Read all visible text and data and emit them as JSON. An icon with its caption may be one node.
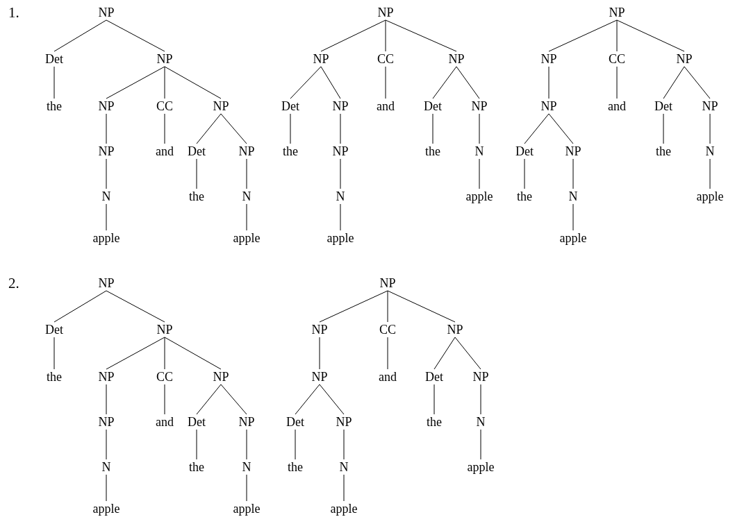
{
  "diagram": {
    "nodes": [
      {
        "text": [
          "NP"
        ]
      },
      {
        "text": [
          "Det"
        ]
      },
      {
        "text": [
          "NP"
        ]
      },
      {
        "text": [
          "the"
        ]
      },
      {
        "text": [
          "NP"
        ]
      },
      {
        "text": [
          "CC"
        ]
      },
      {
        "text": [
          "NP"
        ]
      },
      {
        "text": [
          "NP"
        ]
      },
      {
        "text": [
          "and"
        ]
      },
      {
        "text": [
          "Det"
        ]
      },
      {
        "text": [
          "NP"
        ]
      },
      {
        "text": [
          "N"
        ]
      },
      {
        "text": [
          "the"
        ]
      },
      {
        "text": [
          "N"
        ]
      },
      {
        "text": [
          "apple"
        ]
      },
      {
        "text": [
          "apple"
        ]
      },
      {
        "text": [
          "NP"
        ]
      },
      {
        "text": [
          "NP"
        ]
      },
      {
        "text": [
          "CC"
        ]
      },
      {
        "text": [
          "NP"
        ]
      },
      {
        "text": [
          "Det"
        ]
      },
      {
        "text": [
          "NP"
        ]
      },
      {
        "text": [
          "and"
        ]
      },
      {
        "text": [
          "Det"
        ]
      },
      {
        "text": [
          "NP"
        ]
      },
      {
        "text": [
          "the"
        ]
      },
      {
        "text": [
          "NP"
        ]
      },
      {
        "text": [
          "the"
        ]
      },
      {
        "text": [
          "N"
        ]
      },
      {
        "text": [
          "N"
        ]
      },
      {
        "text": [
          "apple"
        ]
      },
      {
        "text": [
          "apple"
        ]
      },
      {
        "text": [
          "NP"
        ]
      },
      {
        "text": [
          "NP"
        ]
      },
      {
        "text": [
          "CC"
        ]
      },
      {
        "text": [
          "NP"
        ]
      },
      {
        "text": [
          "NP"
        ]
      },
      {
        "text": [
          "and"
        ]
      },
      {
        "text": [
          "Det"
        ]
      },
      {
        "text": [
          "NP"
        ]
      },
      {
        "text": [
          "Det"
        ]
      },
      {
        "text": [
          "NP"
        ]
      },
      {
        "text": [
          "the"
        ]
      },
      {
        "text": [
          "N"
        ]
      },
      {
        "text": [
          "the"
        ]
      },
      {
        "text": [
          "N"
        ]
      },
      {
        "text": [
          "apple"
        ]
      },
      {
        "text": [
          "apple"
        ]
      },
      {
        "text": [
          "NP"
        ]
      },
      {
        "text": [
          "Det"
        ]
      },
      {
        "text": [
          "NP"
        ]
      },
      {
        "text": [
          "the"
        ]
      },
      {
        "text": [
          "NP"
        ]
      },
      {
        "text": [
          "CC"
        ]
      },
      {
        "text": [
          "NP"
        ]
      },
      {
        "text": [
          "NP"
        ]
      },
      {
        "text": [
          "and"
        ]
      },
      {
        "text": [
          "Det"
        ]
      },
      {
        "text": [
          "NP"
        ]
      },
      {
        "text": [
          "N"
        ]
      },
      {
        "text": [
          "the"
        ]
      },
      {
        "text": [
          "N"
        ]
      },
      {
        "text": [
          "apple"
        ]
      },
      {
        "text": [
          "apple"
        ]
      },
      {
        "text": [
          "NP"
        ]
      },
      {
        "text": [
          "NP"
        ]
      },
      {
        "text": [
          "CC"
        ]
      },
      {
        "text": [
          "NP"
        ]
      },
      {
        "text": [
          "NP"
        ]
      },
      {
        "text": [
          "and"
        ]
      },
      {
        "text": [
          "Det"
        ]
      },
      {
        "text": [
          "NP"
        ]
      },
      {
        "text": [
          "Det"
        ]
      },
      {
        "text": [
          "NP"
        ]
      },
      {
        "text": [
          "the"
        ]
      },
      {
        "text": [
          "N"
        ]
      },
      {
        "text": [
          "the"
        ]
      },
      {
        "text": [
          "N"
        ]
      },
      {
        "text": [
          "apple"
        ]
      },
      {
        "text": [
          "apple"
        ]
      }
    ],
    "edges": [
      {
        "from": 0,
        "to": 1,
        "arrow": "none"
      },
      {
        "from": 0,
        "to": 2,
        "arrow": "none"
      },
      {
        "from": 1,
        "to": 3,
        "arrow": "none"
      },
      {
        "from": 2,
        "to": 4,
        "arrow": "none"
      },
      {
        "from": 2,
        "to": 5,
        "arrow": "none"
      },
      {
        "from": 2,
        "to": 6,
        "arrow": "none"
      },
      {
        "from": 4,
        "to": 7,
        "arrow": "none"
      },
      {
        "from": 5,
        "to": 8,
        "arrow": "none"
      },
      {
        "from": 6,
        "to": 9,
        "arrow": "none"
      },
      {
        "from": 6,
        "to": 10,
        "arrow": "none"
      },
      {
        "from": 7,
        "to": 11,
        "arrow": "none"
      },
      {
        "from": 9,
        "to": 12,
        "arrow": "none"
      },
      {
        "from": 10,
        "to": 13,
        "arrow": "none"
      },
      {
        "from": 11,
        "to": 14,
        "arrow": "none"
      },
      {
        "from": 13,
        "to": 15,
        "arrow": "none"
      },
      {
        "from": 16,
        "to": 17,
        "arrow": "none"
      },
      {
        "from": 16,
        "to": 18,
        "arrow": "none"
      },
      {
        "from": 16,
        "to": 19,
        "arrow": "none"
      },
      {
        "from": 17,
        "to": 20,
        "arrow": "none"
      },
      {
        "from": 17,
        "to": 21,
        "arrow": "none"
      },
      {
        "from": 18,
        "to": 22,
        "arrow": "none"
      },
      {
        "from": 19,
        "to": 23,
        "arrow": "none"
      },
      {
        "from": 19,
        "to": 24,
        "arrow": "none"
      },
      {
        "from": 20,
        "to": 25,
        "arrow": "none"
      },
      {
        "from": 21,
        "to": 26,
        "arrow": "none"
      },
      {
        "from": 23,
        "to": 27,
        "arrow": "none"
      },
      {
        "from": 24,
        "to": 28,
        "arrow": "none"
      },
      {
        "from": 26,
        "to": 29,
        "arrow": "none"
      },
      {
        "from": 28,
        "to": 30,
        "arrow": "none"
      },
      {
        "from": 29,
        "to": 31,
        "arrow": "none"
      },
      {
        "from": 32,
        "to": 33,
        "arrow": "none"
      },
      {
        "from": 32,
        "to": 34,
        "arrow": "none"
      },
      {
        "from": 32,
        "to": 35,
        "arrow": "none"
      },
      {
        "from": 33,
        "to": 36,
        "arrow": "none"
      },
      {
        "from": 34,
        "to": 37,
        "arrow": "none"
      },
      {
        "from": 35,
        "to": 38,
        "arrow": "none"
      },
      {
        "from": 35,
        "to": 39,
        "arrow": "none"
      },
      {
        "from": 36,
        "to": 40,
        "arrow": "none"
      },
      {
        "from": 36,
        "to": 41,
        "arrow": "none"
      },
      {
        "from": 38,
        "to": 42,
        "arrow": "none"
      },
      {
        "from": 39,
        "to": 43,
        "arrow": "none"
      },
      {
        "from": 40,
        "to": 44,
        "arrow": "none"
      },
      {
        "from": 41,
        "to": 45,
        "arrow": "none"
      },
      {
        "from": 43,
        "to": 46,
        "arrow": "none"
      },
      {
        "from": 45,
        "to": 47,
        "arrow": "none"
      },
      {
        "from": 48,
        "to": 49,
        "arrow": "none"
      },
      {
        "from": 48,
        "to": 50,
        "arrow": "none"
      },
      {
        "from": 49,
        "to": 51,
        "arrow": "none"
      },
      {
        "from": 50,
        "to": 52,
        "arrow": "none"
      },
      {
        "from": 50,
        "to": 53,
        "arrow": "none"
      },
      {
        "from": 50,
        "to": 54,
        "arrow": "none"
      },
      {
        "from": 52,
        "to": 55,
        "arrow": "none"
      },
      {
        "from": 53,
        "to": 56,
        "arrow": "none"
      },
      {
        "from": 54,
        "to": 57,
        "arrow": "none"
      },
      {
        "from": 54,
        "to": 58,
        "arrow": "none"
      },
      {
        "from": 55,
        "to": 59,
        "arrow": "none"
      },
      {
        "from": 57,
        "to": 60,
        "arrow": "none"
      },
      {
        "from": 58,
        "to": 61,
        "arrow": "none"
      },
      {
        "from": 59,
        "to": 62,
        "arrow": "none"
      },
      {
        "from": 61,
        "to": 63,
        "arrow": "none"
      },
      {
        "from": 64,
        "to": 65,
        "arrow": "none"
      },
      {
        "from": 64,
        "to": 66,
        "arrow": "none"
      },
      {
        "from": 64,
        "to": 67,
        "arrow": "none"
      },
      {
        "from": 65,
        "to": 68,
        "arrow": "none"
      },
      {
        "from": 66,
        "to": 69,
        "arrow": "none"
      },
      {
        "from": 67,
        "to": 70,
        "arrow": "none"
      },
      {
        "from": 67,
        "to": 71,
        "arrow": "none"
      },
      {
        "from": 68,
        "to": 72,
        "arrow": "none"
      },
      {
        "from": 68,
        "to": 73,
        "arrow": "none"
      },
      {
        "from": 70,
        "to": 74,
        "arrow": "none"
      },
      {
        "from": 71,
        "to": 75,
        "arrow": "none"
      },
      {
        "from": 72,
        "to": 76,
        "arrow": "none"
      },
      {
        "from": 73,
        "to": 77,
        "arrow": "none"
      },
      {
        "from": 75,
        "to": 78,
        "arrow": "none"
      },
      {
        "from": 77,
        "to": 79,
        "arrow": "none"
      }
    ],
    "labels": [
      "1.",
      "2."
    ]
  }
}
